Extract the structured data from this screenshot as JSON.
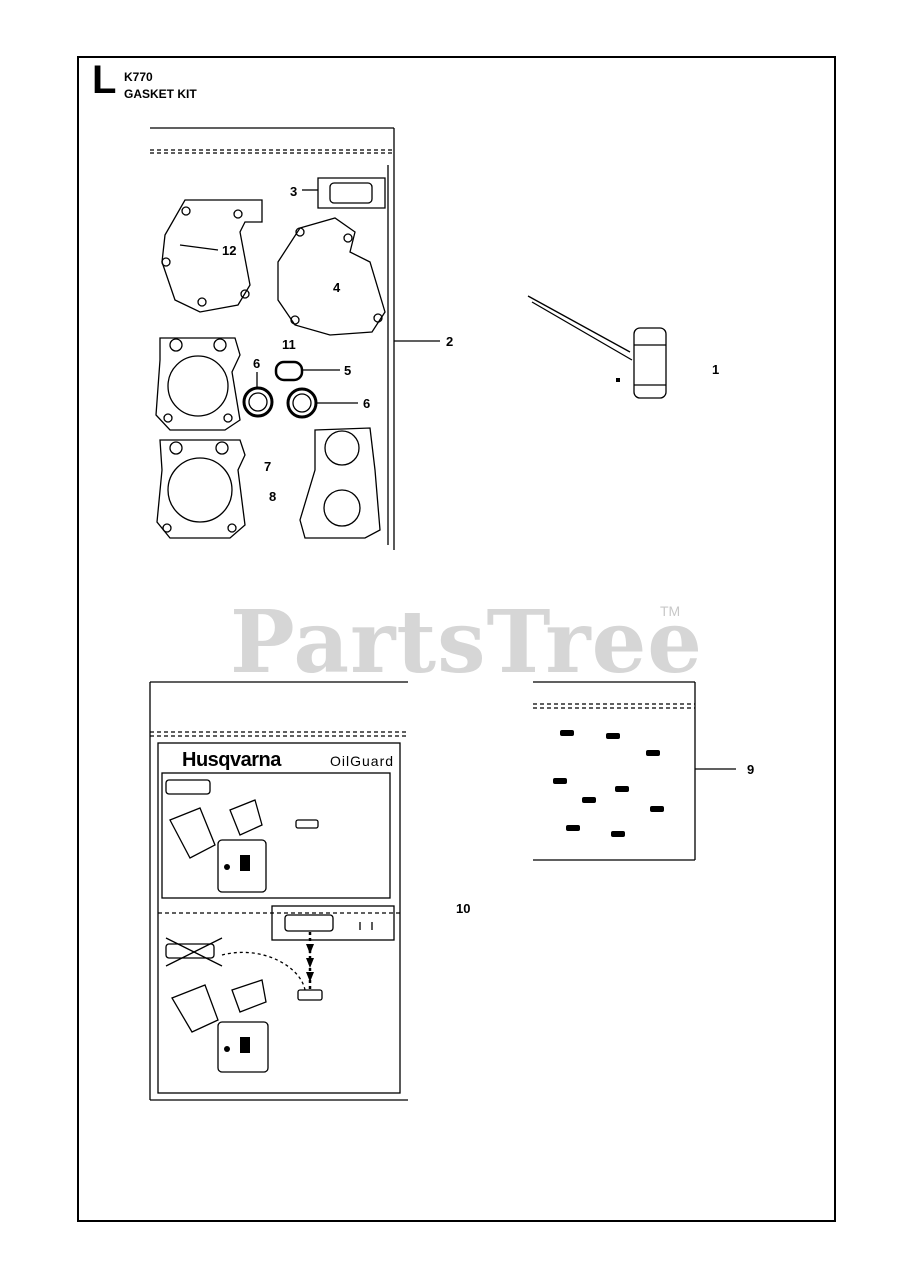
{
  "header": {
    "section_letter": "L",
    "model": "K770",
    "title": "GASKET KIT"
  },
  "callouts": {
    "c1": "1",
    "c2": "2",
    "c3": "3",
    "c4": "4",
    "c5": "5",
    "c6a": "6",
    "c6b": "6",
    "c7": "7",
    "c8": "8",
    "c9": "9",
    "c10": "10",
    "c11": "11",
    "c12": "12"
  },
  "oil_label": {
    "brand": "Husqvarna",
    "product": "OilGuard"
  },
  "watermark": {
    "text": "PartsTree",
    "tm": "TM"
  }
}
